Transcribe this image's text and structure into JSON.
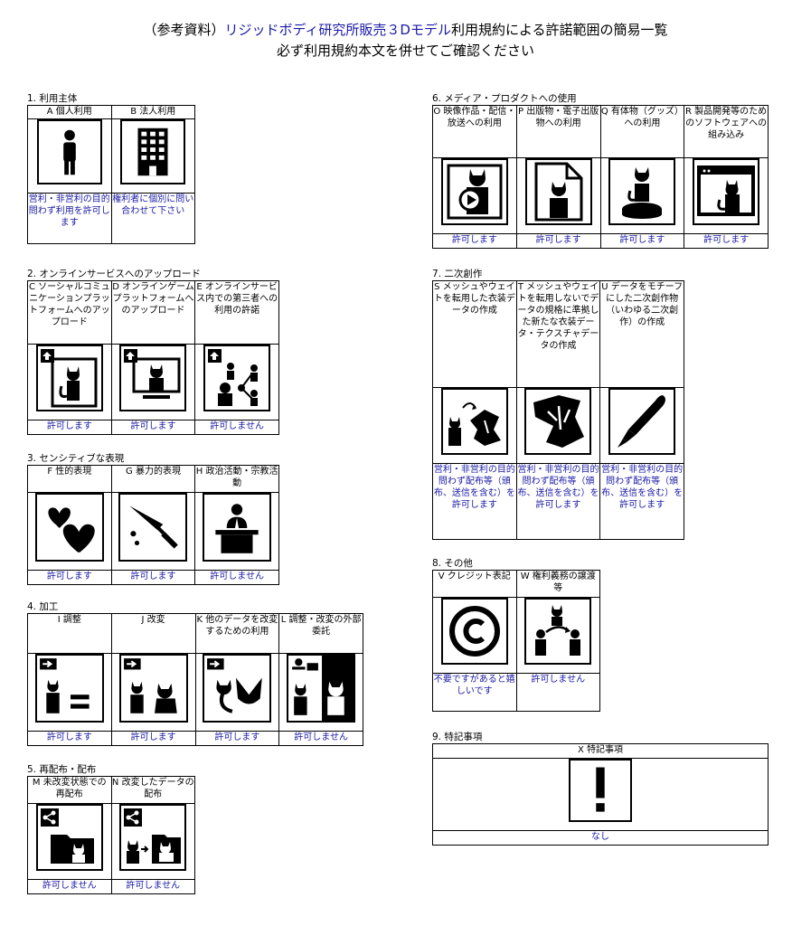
{
  "header": {
    "title_prefix": "（参考資料）",
    "title_company": "リジッドボディ研究所販売３Dモデル",
    "title_suffix": "利用規約による許諾範囲の簡易一覧",
    "subtitle": "必ず利用規約本文を併せてご確認ください"
  },
  "sections": {
    "s1": {
      "label": "1. 利用主体",
      "items": [
        {
          "header": "A 個人利用",
          "icon": "person-icon",
          "status": "営利・非営利の目的問わず利用を許可します"
        },
        {
          "header": "B 法人利用",
          "icon": "building-icon",
          "status": "権利者に個別に問い合わせて下さい"
        }
      ]
    },
    "s2": {
      "label": "2. オンラインサービスへのアップロード",
      "items": [
        {
          "header": "C ソーシャルコミュニケーションプラットフォームへのアップロード",
          "icon": "upload-cat-icon",
          "status": "許可します"
        },
        {
          "header": "D オンラインゲームプラットフォームへのアップロード",
          "icon": "upload-monitor-cat-icon",
          "status": "許可します"
        },
        {
          "header": "E オンラインサービス内での第三者への利用の許諾",
          "icon": "share-people-icon",
          "status": "許可しません"
        }
      ]
    },
    "s3": {
      "label": "3. センシティブな表現",
      "items": [
        {
          "header": "F 性的表現",
          "icon": "hearts-icon",
          "status": "許可します"
        },
        {
          "header": "G 暴力的表現",
          "icon": "knife-icon",
          "status": "許可します"
        },
        {
          "header": "H 政治活動・宗教活動",
          "icon": "podium-speaker-icon",
          "status": "許可しません"
        }
      ]
    },
    "s4": {
      "label": "4. 加工",
      "items": [
        {
          "header": "I 調整",
          "icon": "cat-equals-icon",
          "status": "許可します"
        },
        {
          "header": "J 改変",
          "icon": "cat-modify-icon",
          "status": "許可します"
        },
        {
          "header": "K 他のデータを改変するための利用",
          "icon": "cat-morph-icon",
          "status": "許可します"
        },
        {
          "header": "L 調整・改変の外部委託",
          "icon": "outsource-icon",
          "status": "許可しません"
        }
      ]
    },
    "s5": {
      "label": "5. 再配布・配布",
      "items": [
        {
          "header": "M 未改変状態での再配布",
          "icon": "share-folder-icon",
          "status": "許可しません"
        },
        {
          "header": "N 改変したデータの配布",
          "icon": "share-modified-icon",
          "status": "許可しません"
        }
      ]
    },
    "s6": {
      "label": "6. メディア・プロダクトへの使用",
      "items": [
        {
          "header": "O 映像作品・配信・放送への利用",
          "icon": "video-cat-icon",
          "status": "許可します"
        },
        {
          "header": "P 出版物・電子出版物への利用",
          "icon": "document-cat-icon",
          "status": "許可します"
        },
        {
          "header": "Q 有体物（グッズ）への利用",
          "icon": "figure-cat-icon",
          "status": "許可します"
        },
        {
          "header": "R 製品開発等のためのソフトウェアへの組み込み",
          "icon": "software-cat-icon",
          "status": "許可します"
        }
      ]
    },
    "s7": {
      "label": "7. 二次創作",
      "items": [
        {
          "header": "S メッシュやウェイトを転用した衣装データの作成",
          "icon": "cat-cloth-icon",
          "status": "営利・非営利の目的問わず配布等（頒布、送信を含む）を許可します"
        },
        {
          "header": "T メッシュやウェイトを転用しないでデータの規格に準拠した新たな衣装データ・テクスチャデータの作成",
          "icon": "cloth-icon",
          "status": "営利・非営利の目的問わず配布等（頒布、送信を含む）を許可します"
        },
        {
          "header": "U データをモチーフにした二次創作物（いわゆる二次創作）の作成",
          "icon": "pen-icon",
          "status": "営利・非営利の目的問わず配布等（頒布、送信を含む）を許可します"
        }
      ]
    },
    "s8": {
      "label": "8. その他",
      "items": [
        {
          "header": "V クレジット表記",
          "icon": "copyright-icon",
          "status": "不要ですがあると嬉しいです"
        },
        {
          "header": "W 権利義務の譲渡等",
          "icon": "transfer-icon",
          "status": "許可しません"
        }
      ]
    },
    "s9": {
      "label": "9. 特記事項",
      "items": [
        {
          "header": "X 特記事項",
          "icon": "exclamation-icon",
          "status": "なし"
        }
      ]
    }
  }
}
